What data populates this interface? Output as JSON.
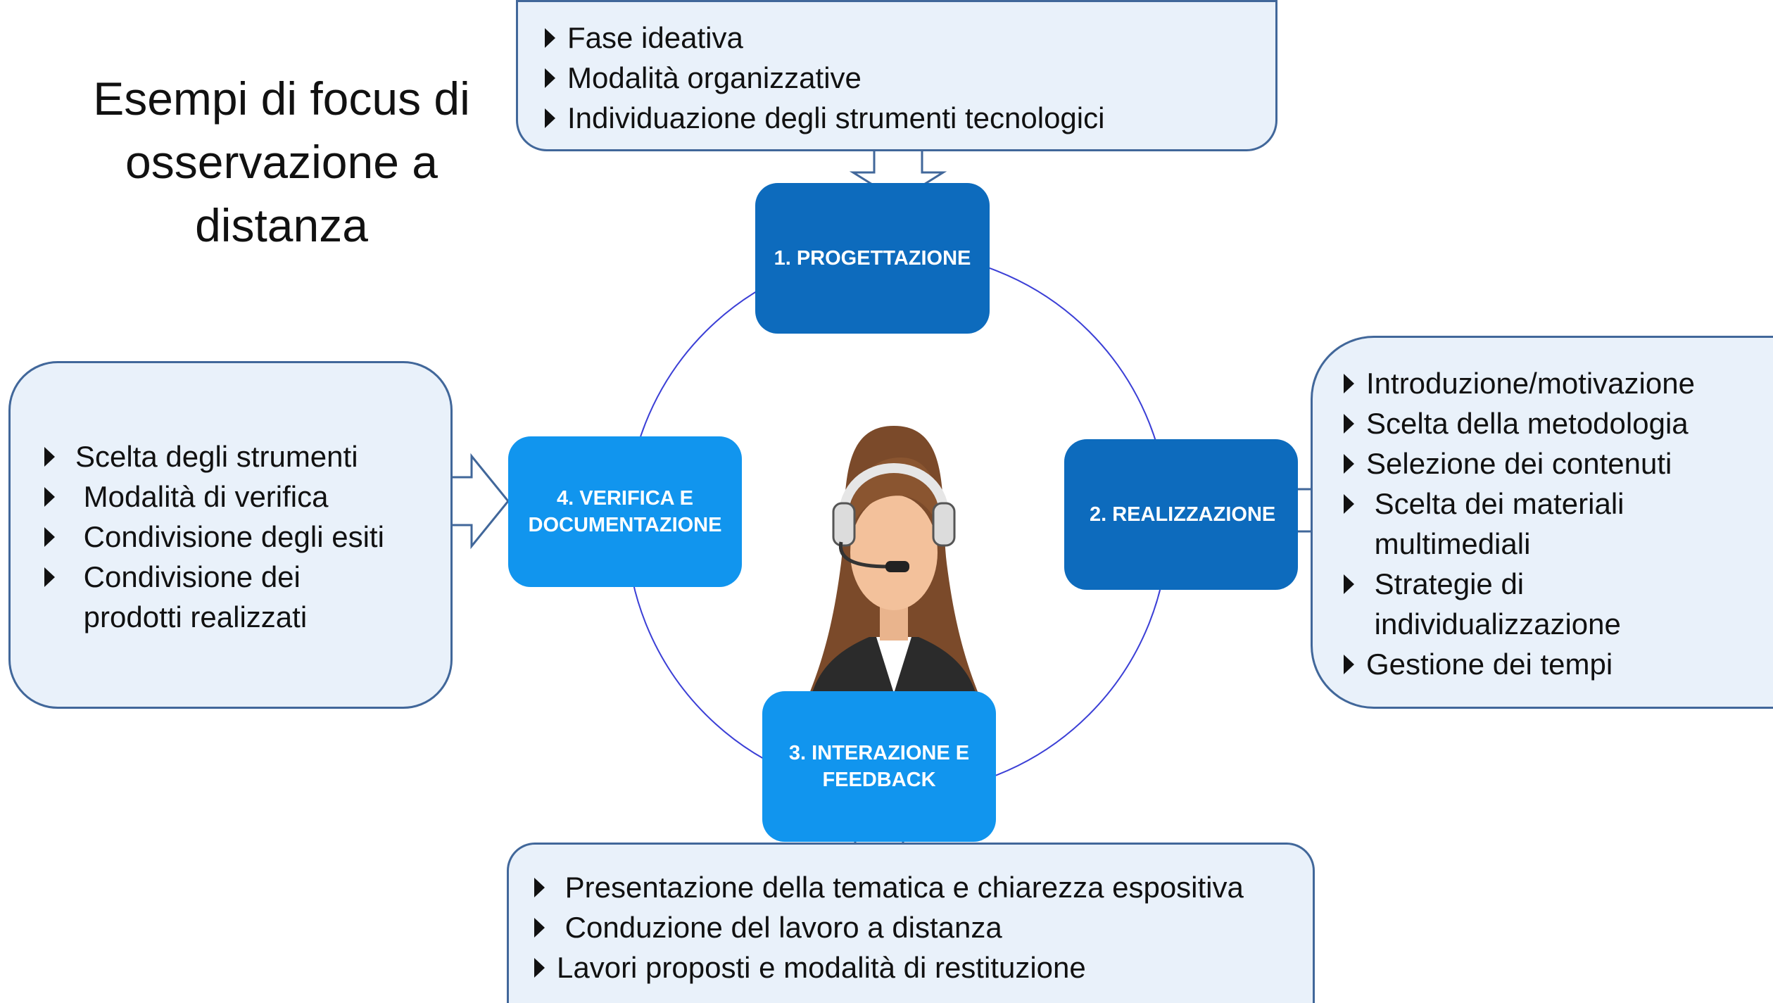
{
  "title": {
    "lines": [
      "Esempi di  focus di",
      "osservazione a",
      "distanza"
    ]
  },
  "phases": {
    "progettazione": "1. PROGETTAZIONE",
    "realizzazione": "2. REALIZZAZIONE",
    "interazione_line1": "3. INTERAZIONE E",
    "interazione_line2": "FEEDBACK",
    "verifica_line1": "4. VERIFICA E",
    "verifica_line2": "DOCUMENTAZIONE"
  },
  "boxes": {
    "top": [
      "Fase ideativa",
      "Modalità organizzative",
      "Individuazione degli strumenti tecnologici"
    ],
    "right": [
      "Introduzione/motivazione",
      "Scelta della metodologia",
      "Selezione dei contenuti",
      " Scelta dei materiali\n multimediali",
      " Strategie di\n individualizzazione",
      "Gestione dei tempi"
    ],
    "bottom": [
      " Presentazione della tematica e chiarezza espositiva",
      " Conduzione del lavoro a distanza",
      "Lavori proposti e modalità di restituzione"
    ],
    "left": [
      "Scelta degli strumenti",
      " Modalità di verifica",
      " Condivisione degli esiti",
      " Condivisione dei\n prodotti realizzati"
    ]
  },
  "colors": {
    "phase_dark": "#0d6bbd",
    "phase_light": "#1195ee",
    "note_bg": "#e9f1fa",
    "note_border": "#41679a",
    "cycle_line": "#3b3fd6"
  },
  "icons": {
    "bullet": "triangle-right-icon",
    "operator": "headset-operator-illustration",
    "arrow": "block-arrow-icon"
  }
}
